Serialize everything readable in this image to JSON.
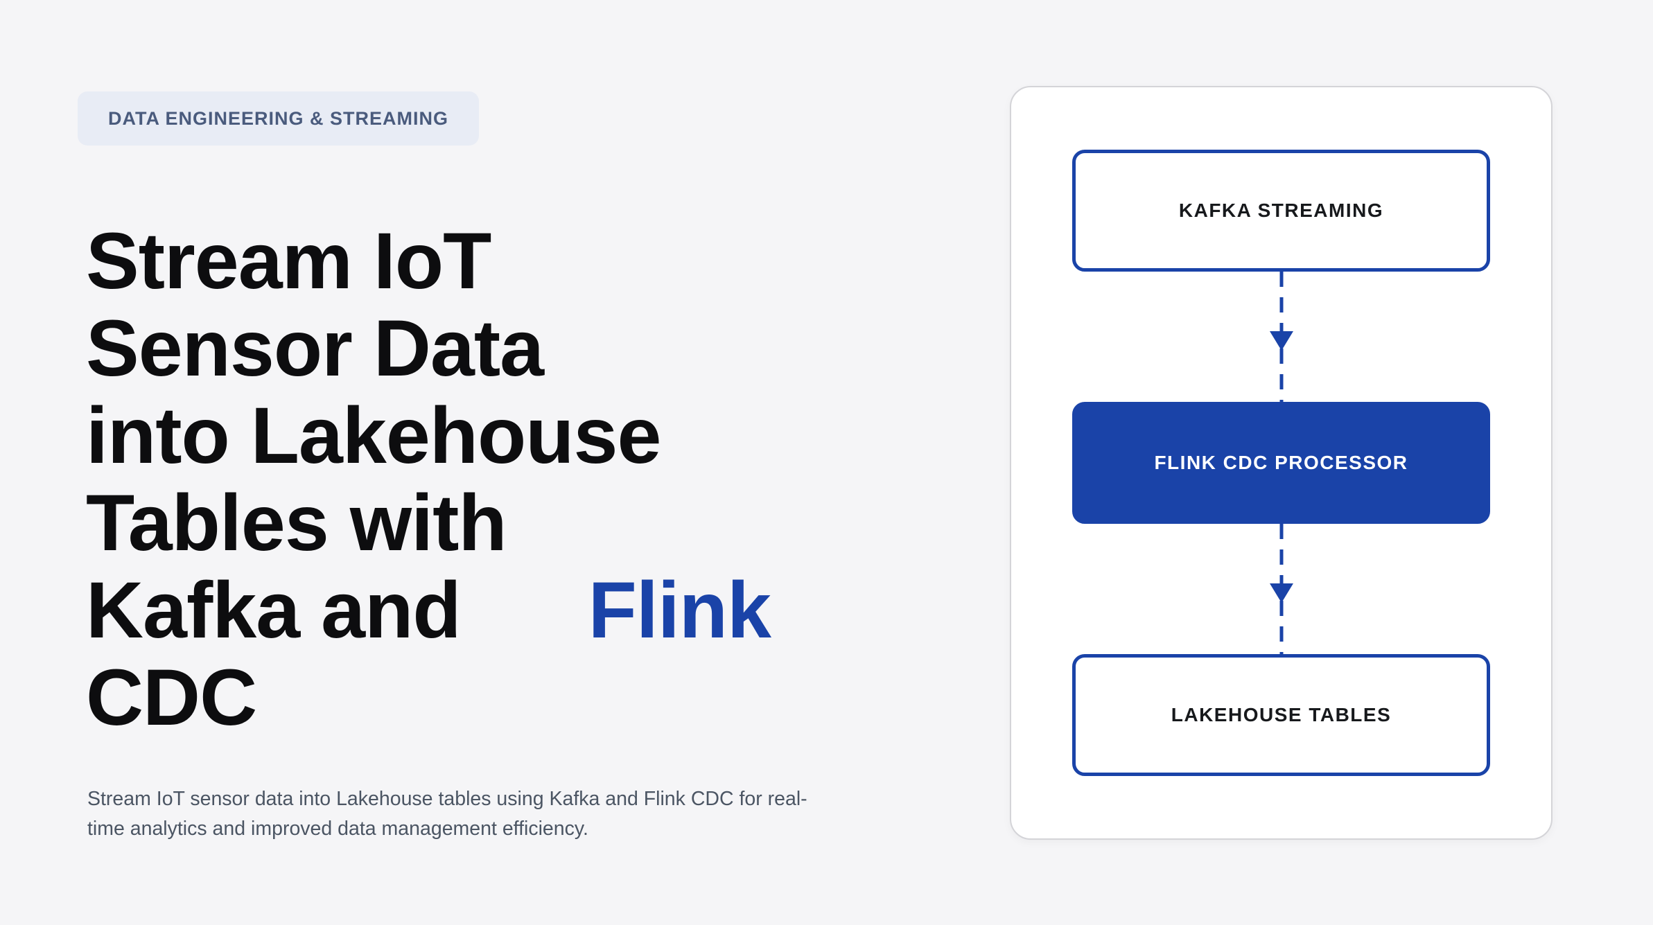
{
  "hero": {
    "badge_label": "DATA ENGINEERING & STREAMING",
    "title_lines": [
      "Stream IoT",
      "Sensor Data",
      "into Lakehouse",
      "Tables with",
      "Kafka and",
      "CDC"
    ],
    "title_accent_word": "Flink",
    "description": "Stream IoT sensor data into Lakehouse tables using Kafka and Flink CDC for real-time analytics and improved data management efficiency."
  },
  "diagram": {
    "nodes": [
      {
        "label": "KAFKA STREAMING",
        "variant": "outline"
      },
      {
        "label": "FLINK CDC PROCESSOR",
        "variant": "filled"
      },
      {
        "label": "LAKEHOUSE TABLES",
        "variant": "outline"
      }
    ]
  },
  "colors": {
    "page_bg": "#f5f5f7",
    "accent_blue": "#1a43a8",
    "heading_text": "#0d0d0f",
    "body_text": "#4b5563",
    "badge_bg": "#e8ecf5",
    "badge_text": "#4a5b7d",
    "card_bg": "#ffffff",
    "card_border": "#d4d4d8",
    "node_label_dark": "#17191c",
    "node_label_light": "#ffffff"
  }
}
